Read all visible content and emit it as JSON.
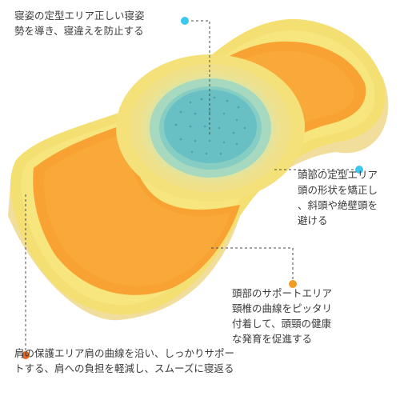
{
  "callouts": [
    {
      "id": "posture",
      "text": "寝姿の定型エリア正しい寝姿\n勢を導き、寝違えを防止する"
    },
    {
      "id": "head",
      "text": "頭部の定型エリア\n頭の形状を矯正し\n、斜頭や絶壁頭を\n避ける"
    },
    {
      "id": "neck",
      "text": "頭部のサポートエリア\n頸椎の曲線をピッタリ\n付着して、頭頸の健康\nな発育を促進する"
    },
    {
      "id": "shoulder",
      "text": "肩の保護エリア肩の曲線を沿い、しっかりサポー\nトする、肩への負担を軽減し、スムーズに寝返る"
    }
  ],
  "colors": {
    "cyan_marker": "#3cc8ee",
    "orange_marker": "#f39a25",
    "red_marker": "#e8641c",
    "pillow_yellow": "#f3de6a",
    "pillow_orange": "#f7a233",
    "center_teal": "#6bc4c4"
  }
}
